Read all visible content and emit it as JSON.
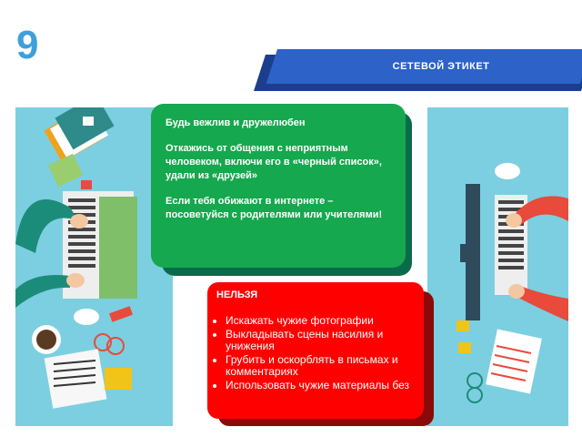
{
  "slide": {
    "number": "9"
  },
  "header": {
    "title": "СЕТЕВОЙ ЭТИКЕТ"
  },
  "rules_card": {
    "paragraphs": [
      "Будь вежлив и дружелюбен",
      "Откажись от общения с неприятным человеком, включи его в «черный список», удали из «друзей»",
      "Если тебя обижают в интернете – посоветуйся с родителями или учителями!"
    ]
  },
  "forbidden_card": {
    "title": "НЕЛЬЗЯ",
    "items": [
      "Искажать чужие фотографии",
      "Выкладывать сцены насилия и унижения",
      "Грубить и оскорблять в письмах и комментариях",
      "Использовать чужие материалы без"
    ]
  },
  "colors": {
    "accent_blue": "#2d62c9",
    "desk": "#7ccfe0",
    "green_card": "#15a84e",
    "red_card": "#ff0000"
  }
}
